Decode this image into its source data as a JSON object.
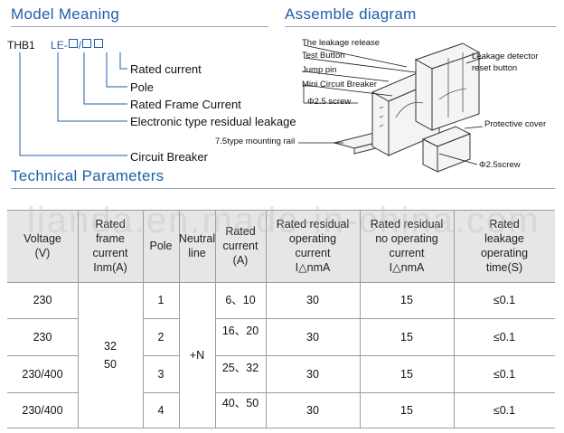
{
  "sections": {
    "model_meaning": "Model Meaning",
    "assemble_diagram": "Assemble diagram",
    "technical_parameters": "Technical Parameters"
  },
  "model": {
    "prefix": "THB1",
    "series": "LE",
    "separator": "-",
    "slash": "/",
    "items": [
      "Rated current",
      "Pole",
      "Rated Frame Current",
      "Electronic type residual leakage",
      "Circuit  Breaker"
    ]
  },
  "assembly": {
    "labels": {
      "leakage_release": "The leakage release",
      "test_button": "Test Button",
      "jump_pin": "Jump pin",
      "mini_breaker": "Mini Circuit Breaker",
      "screw_left": "Φ2.5 screw",
      "rail": "7.5type mounting rail",
      "detector_reset": "Leakage detector\nreset button",
      "protective_cover": "Protective cover",
      "screw_right": "Φ2.5screw"
    }
  },
  "watermark": "lianda.en.made-in-china.com",
  "table": {
    "headers": [
      "Voltage\n(V)",
      "Rated\nframe\ncurrent\nInm(A)",
      "Pole",
      "Neutral\nline",
      "Rated\ncurrent\n(A)",
      "Rated residual\noperating\ncurrent\nI△nmA",
      "Rated residual\nno operating\ncurrent\nI△nmA",
      "Rated\nleakage\noperating\ntime(S)"
    ],
    "frame_current": "32\n50",
    "neutral": "+N",
    "rows": [
      {
        "voltage": "230",
        "pole": "1",
        "rated_current": "6、10",
        "operating": "30",
        "no_operating": "15",
        "time": "≤0.1"
      },
      {
        "voltage": "230",
        "pole": "2",
        "rated_current": "16、20",
        "operating": "30",
        "no_operating": "15",
        "time": "≤0.1"
      },
      {
        "voltage": "230/400",
        "pole": "3",
        "rated_current": "25、32",
        "operating": "30",
        "no_operating": "15",
        "time": "≤0.1"
      },
      {
        "voltage": "230/400",
        "pole": "4",
        "rated_current": "40、50",
        "operating": "30",
        "no_operating": "15",
        "time": "≤0.1"
      }
    ]
  }
}
